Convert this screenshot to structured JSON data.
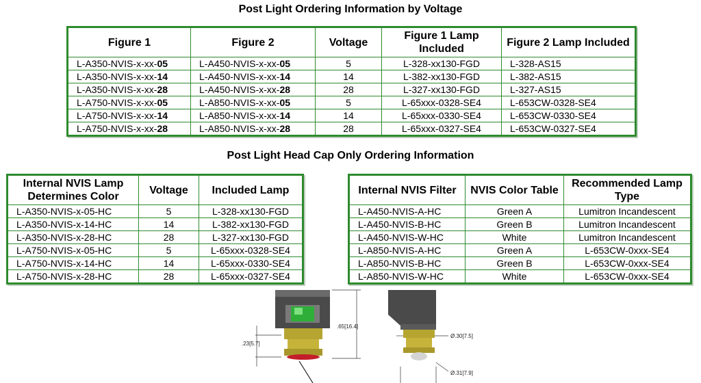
{
  "title1": "Post Light Ordering Information by Voltage",
  "title2": "Post Light Head Cap Only Ordering Information",
  "table1": {
    "headers": [
      "Figure 1",
      "Figure 2",
      "Voltage",
      "Figure 1 Lamp Included",
      "Figure 2 Lamp Included"
    ],
    "rows": [
      {
        "fig1_prefix": "L-A350-NVIS-x-xx-",
        "fig1_suffix": "05",
        "fig2_prefix": "L-A450-NVIS-x-xx-",
        "fig2_suffix": "05",
        "voltage": "5",
        "lamp1": "L-328-xx130-FGD",
        "lamp2": "L-328-AS15"
      },
      {
        "fig1_prefix": "L-A350-NVIS-x-xx-",
        "fig1_suffix": "14",
        "fig2_prefix": "L-A450-NVIS-x-xx-",
        "fig2_suffix": "14",
        "voltage": "14",
        "lamp1": "L-382-xx130-FGD",
        "lamp2": "L-382-AS15"
      },
      {
        "fig1_prefix": "L-A350-NVIS-x-xx-",
        "fig1_suffix": "28",
        "fig2_prefix": "L-A450-NVIS-x-xx-",
        "fig2_suffix": "28",
        "voltage": "28",
        "lamp1": "L-327-xx130-FGD",
        "lamp2": "L-327-AS15"
      },
      {
        "fig1_prefix": "L-A750-NVIS-x-xx-",
        "fig1_suffix": "05",
        "fig2_prefix": "L-A850-NVIS-x-xx-",
        "fig2_suffix": "05",
        "voltage": "5",
        "lamp1": "L-65xxx-0328-SE4",
        "lamp2": "L-653CW-0328-SE4"
      },
      {
        "fig1_prefix": "L-A750-NVIS-x-xx-",
        "fig1_suffix": "14",
        "fig2_prefix": "L-A850-NVIS-x-xx-",
        "fig2_suffix": "14",
        "voltage": "14",
        "lamp1": "L-65xxx-0330-SE4",
        "lamp2": "L-653CW-0330-SE4"
      },
      {
        "fig1_prefix": "L-A750-NVIS-x-xx-",
        "fig1_suffix": "28",
        "fig2_prefix": "L-A850-NVIS-x-xx-",
        "fig2_suffix": "28",
        "voltage": "28",
        "lamp1": "L-65xxx-0327-SE4",
        "lamp2": "L-653CW-0327-SE4"
      }
    ]
  },
  "table2": {
    "headers": [
      "Internal NVIS Lamp Determines Color",
      "Voltage",
      "Included Lamp"
    ],
    "rows": [
      {
        "part": "L-A350-NVIS-x-05-HC",
        "voltage": "5",
        "lamp": "L-328-xx130-FGD"
      },
      {
        "part": "L-A350-NVIS-x-14-HC",
        "voltage": "14",
        "lamp": "L-382-xx130-FGD"
      },
      {
        "part": "L-A350-NVIS-x-28-HC",
        "voltage": "28",
        "lamp": "L-327-xx130-FGD"
      },
      {
        "part": "L-A750-NVIS-x-05-HC",
        "voltage": "5",
        "lamp": "L-65xxx-0328-SE4"
      },
      {
        "part": "L-A750-NVIS-x-14-HC",
        "voltage": "14",
        "lamp": "L-65xxx-0330-SE4"
      },
      {
        "part": "L-A750-NVIS-x-28-HC",
        "voltage": "28",
        "lamp": "L-65xxx-0327-SE4"
      }
    ]
  },
  "table3": {
    "headers": [
      "Internal NVIS Filter",
      "NVIS Color Table",
      "Recommended Lamp Type"
    ],
    "rows": [
      {
        "part": "L-A450-NVIS-A-HC",
        "color": "Green A",
        "lamp": "Lumitron Incandescent"
      },
      {
        "part": "L-A450-NVIS-B-HC",
        "color": "Green B",
        "lamp": "Lumitron Incandescent"
      },
      {
        "part": "L-A450-NVIS-W-HC",
        "color": "White",
        "lamp": "Lumitron Incandescent"
      },
      {
        "part": "L-A850-NVIS-A-HC",
        "color": "Green A",
        "lamp": "L-653CW-0xxx-SE4"
      },
      {
        "part": "L-A850-NVIS-B-HC",
        "color": "Green B",
        "lamp": "L-653CW-0xxx-SE4"
      },
      {
        "part": "L-A850-NVIS-W-HC",
        "color": "White",
        "lamp": "L-653CW-0xxx-SE4"
      }
    ]
  },
  "drawing": {
    "dim_height": ".65[16.4]",
    "dim_base": ".23[5.7]",
    "dim_dia_upper": "Ø.30[7.5]",
    "dim_dia_lower": "Ø.31[7.9]"
  }
}
